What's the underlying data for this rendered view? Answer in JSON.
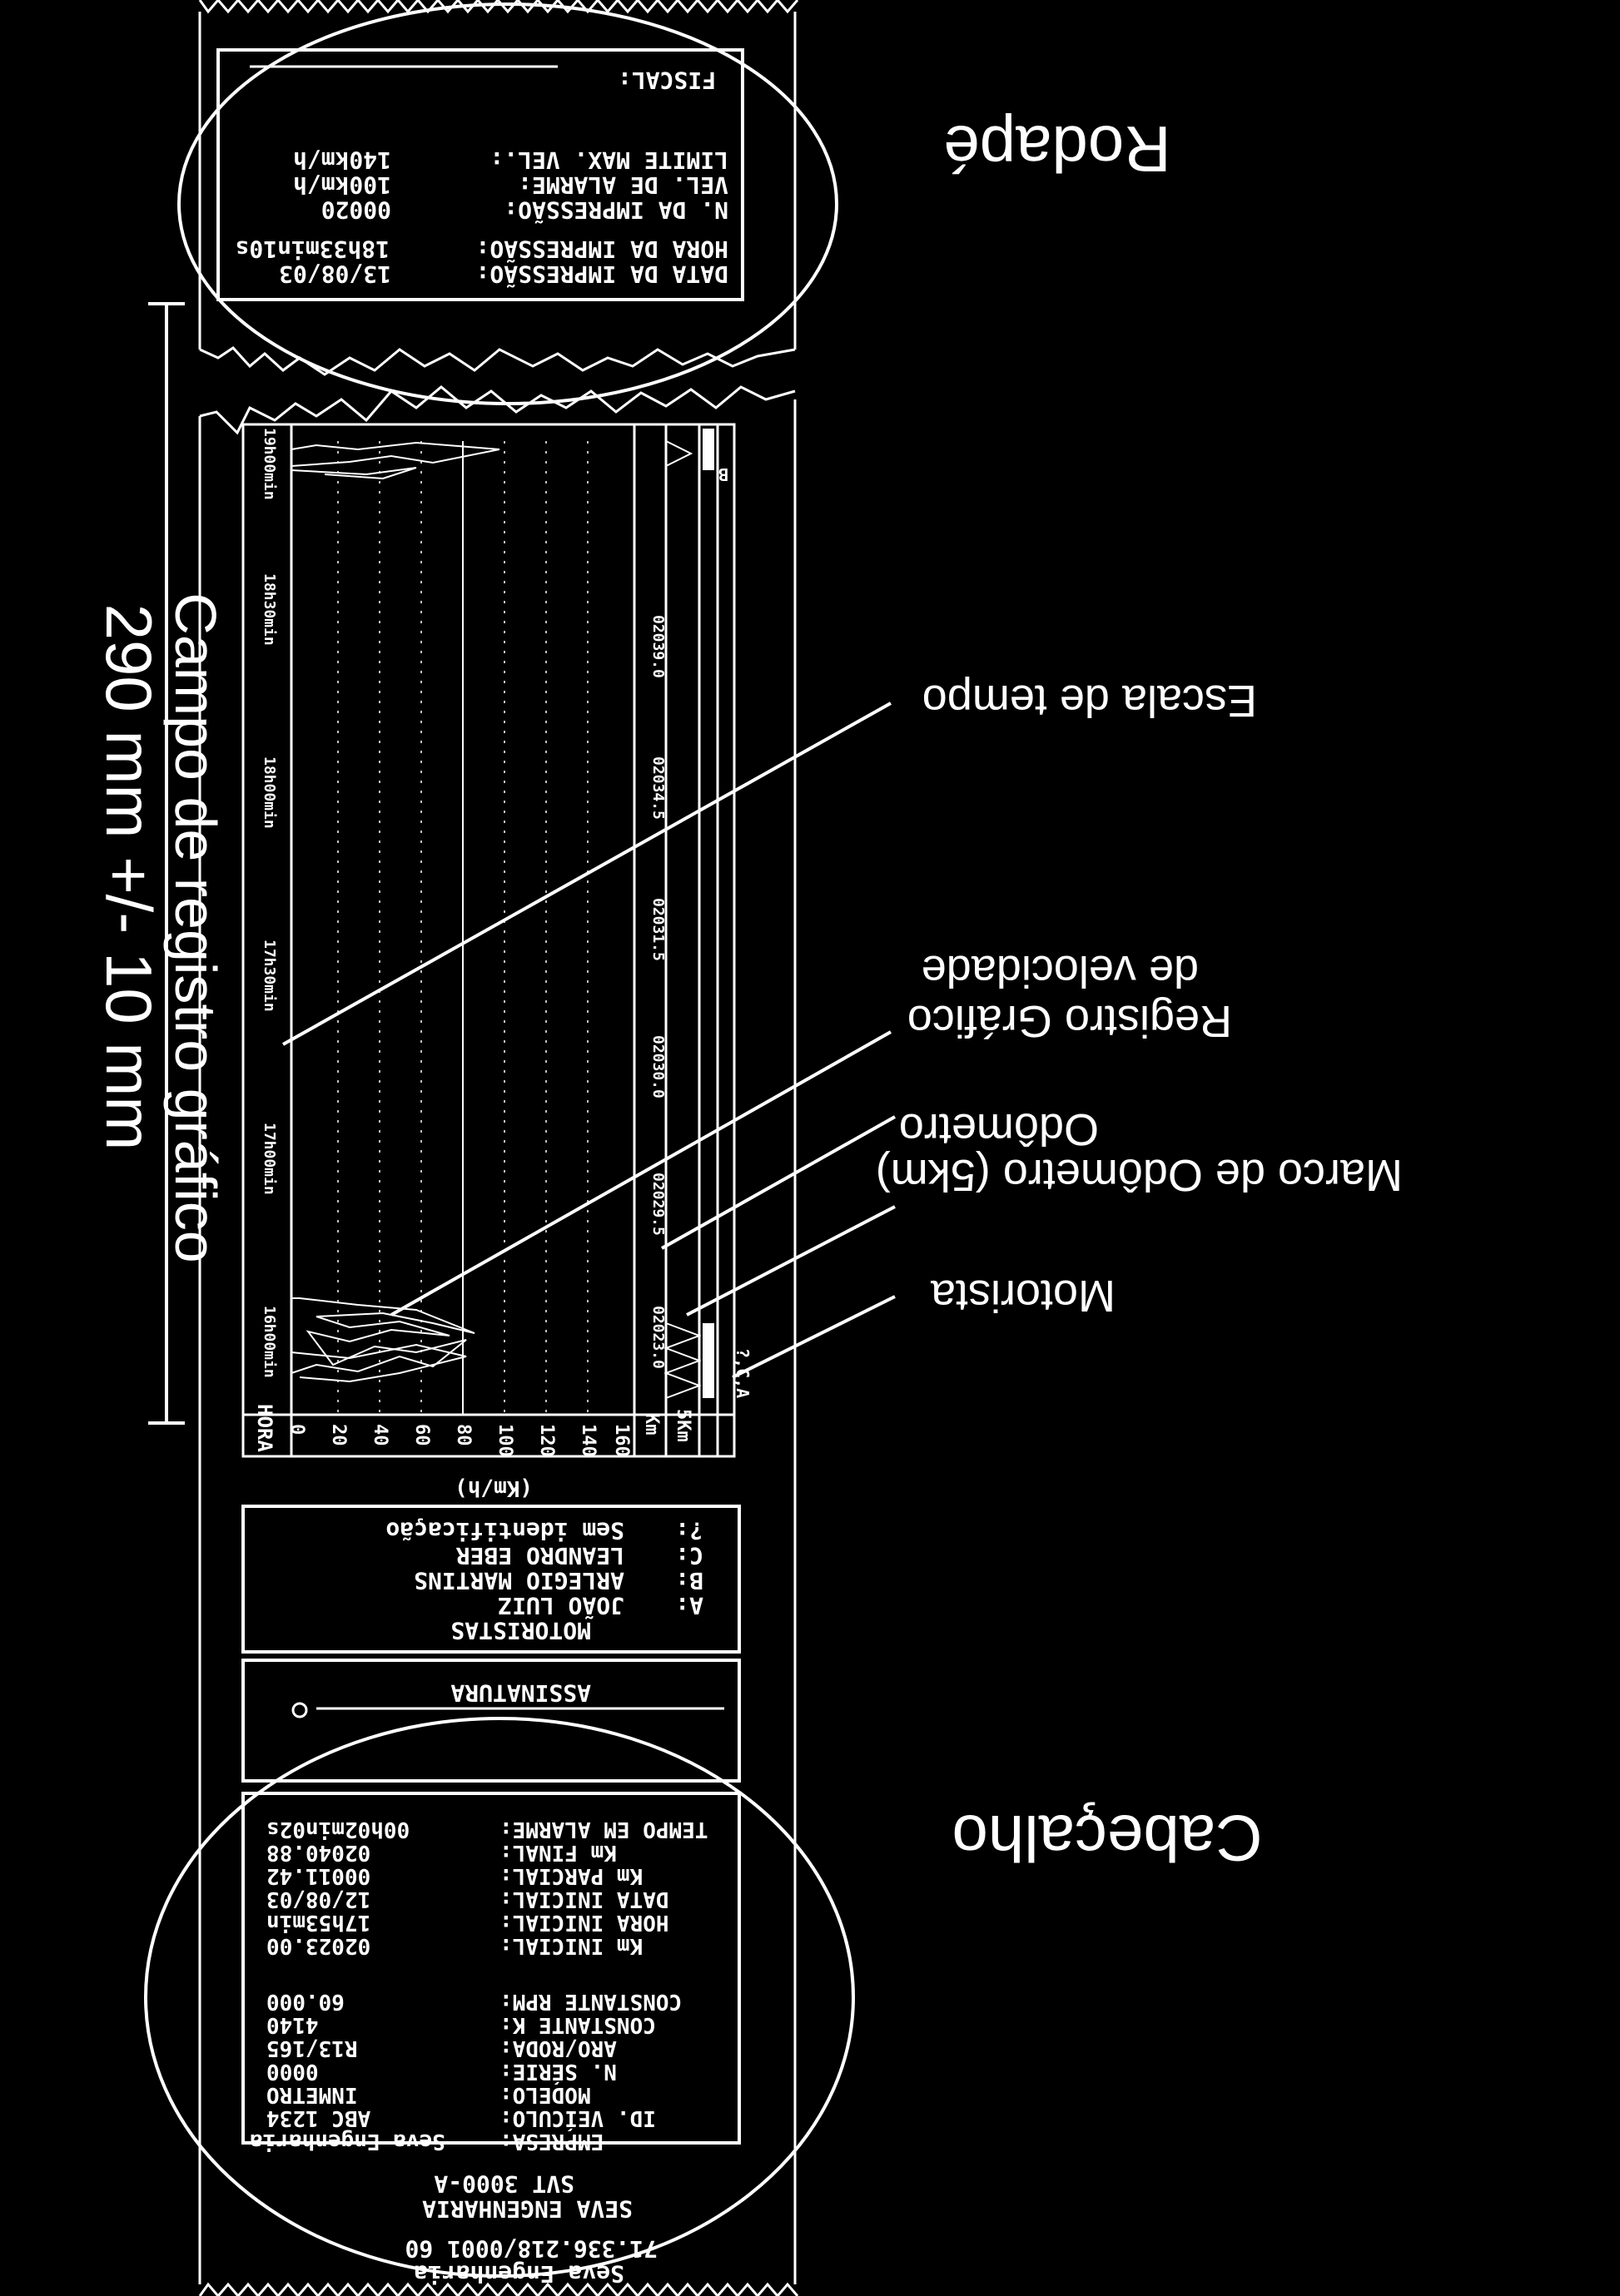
{
  "annotations": {
    "rodape": "Rodapé",
    "cabecalho": "Cabeçalho",
    "escala_tempo": "Escala de tempo",
    "registro_grafico_1": "Registro Gráfico",
    "registro_grafico_2": "de velocidade",
    "odometro": "Odômetro",
    "marco_odometro": "Marco de Odômetro (5km)",
    "motorista": "Motorista",
    "dimension_1": "290 mm +/- 10 mm",
    "dimension_2": "Campo de registro gráfico"
  },
  "footer_ticket": {
    "fiscal": "FISCAL:",
    "limite_max": "LIMITE MAX. VEL.:",
    "limite_max_val": "140km/h",
    "vel_alarme": "VEL. DE ALARME:",
    "vel_alarme_val": "100km/h",
    "n_impressao": "N. DA IMPRESSÃO:",
    "n_impressao_val": "00020",
    "hora_impressao": "HORA DA IMPRESSÃO:",
    "hora_impressao_val": "18h33min10s",
    "data_impressao": "DATA DA IMPRESSÃO:",
    "data_impressao_val": "13/08/03"
  },
  "header_ticket": {
    "company_line1": "Seva Engenharia",
    "company_line2": "71.336.218/0001 60",
    "brand": "SEVA ENGENHARIA",
    "model_title": "SVT 3000-A",
    "empresa": "EMPRESA:",
    "empresa_val": "Seva Engenharia",
    "id_veiculo": "ID. VEÍCULO:",
    "id_veiculo_val": "ABC 1234",
    "modelo": "MODELO:",
    "modelo_val": "INMETRO",
    "n_serie": "N. SÉRIE:",
    "n_serie_val": "0000",
    "aro_roda": "ARO/RODA:",
    "aro_roda_val": "R13/165",
    "constante_k": "CONSTANTE K:",
    "constante_k_val": "4140",
    "constante_rpm": "CONSTANTE RPM:",
    "constante_rpm_val": "60.000",
    "km_inicial": "Km INICIAL:",
    "km_inicial_val": "02023.00",
    "hora_inicial": "HORA INICIAL:",
    "hora_inicial_val": "17h53min",
    "data_inicial": "DATA INICIAL:",
    "data_inicial_val": "12/08/03",
    "km_parcial": "Km PARCIAL:",
    "km_parcial_val": "00011.42",
    "km_final": "Km FINAL:",
    "km_final_val": "02040.88",
    "tempo_alarme": "TEMPO EM ALARME:",
    "tempo_alarme_val": "00h02min02s",
    "assinatura": "ASSINATURA",
    "motoristas_title": "MOTORISTAS",
    "driver_a": "A:",
    "driver_a_name": "JOÃO LUIZ",
    "driver_b": "B:",
    "driver_b_name": "ARLEGIO MARTINS",
    "driver_c": "C:",
    "driver_c_name": "LEANDRO EBER",
    "driver_unknown": "?:",
    "driver_unknown_name": "Sem identificação"
  },
  "graph": {
    "hora": "HORA",
    "kmh": "(Km/h)",
    "km": "Km",
    "km5": "5Km",
    "scale": [
      "0",
      "20",
      "40",
      "60",
      "80",
      "100",
      "120",
      "140",
      "160"
    ],
    "times": [
      "16h00min",
      "17h00min",
      "17h30min",
      "18h00min",
      "18h30min",
      "19h00min"
    ],
    "odometers": [
      "02023.0",
      "02029.5",
      "02030.0",
      "02031.5",
      "02034.5",
      "02039.0"
    ],
    "driver_codes": "?,C,A",
    "driver_end": "B"
  }
}
